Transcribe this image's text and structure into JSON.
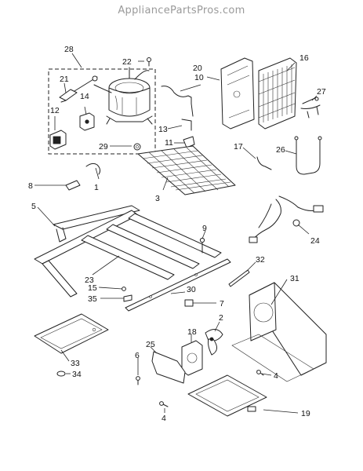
{
  "watermark": "AppliancePartsPros.com",
  "callouts": {
    "p28": "28",
    "p22": "22",
    "p21": "21",
    "p14": "14",
    "p12": "12",
    "p29": "29",
    "p20": "20",
    "p10": "10",
    "p16": "16",
    "p27": "27",
    "p13": "13",
    "p11": "11",
    "p17": "17",
    "p26": "26",
    "p8": "8",
    "p1": "1",
    "p3": "3",
    "p5": "5",
    "p24": "24",
    "p9": "9",
    "p23": "23",
    "p15": "15",
    "p30": "30",
    "p35": "35",
    "p32": "32",
    "p31": "31",
    "p7": "7",
    "p2": "2",
    "p18": "18",
    "p25": "25",
    "p6": "6",
    "p4a": "4",
    "p4b": "4",
    "p33": "33",
    "p34": "34",
    "p19": "19"
  }
}
